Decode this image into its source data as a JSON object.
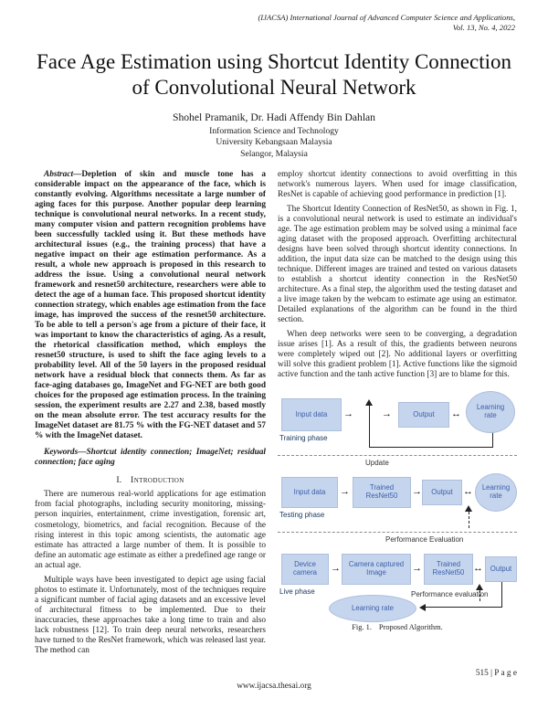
{
  "header": {
    "journal_line1": "(IJACSA) International Journal of Advanced Computer Science and Applications,",
    "journal_line2": "Vol. 13, No. 4, 2022"
  },
  "title": "Face Age Estimation using Shortcut Identity Connection of Convolutional Neural Network",
  "authors": "Shohel Pramanik, Dr. Hadi Affendy Bin Dahlan",
  "affiliation": {
    "line1": "Information Science and Technology",
    "line2": "University Kebangsaan Malaysia",
    "line3": "Selangor, Malaysia"
  },
  "left": {
    "abstract_label": "Abstract—",
    "abstract_text": "Depletion of skin and muscle tone has a considerable impact on the appearance of the face, which is constantly evolving. Algorithms necessitate a large number of aging faces for this purpose. Another popular deep learning technique is convolutional neural networks. In a recent study, many computer vision and pattern recognition problems have been successfully tackled using it. But these methods have architectural issues (e.g., the training process) that have a negative impact on their age estimation performance. As a result, a whole new approach is proposed in this research to address the issue. Using a convolutional neural network framework and resnet50 architecture, researchers were able to detect the age of a human face. This proposed shortcut identity connection strategy, which enables age estimation from the face image, has improved the success of the resnet50 architecture. To be able to tell a person's age from a picture of their face, it was important to know the characteristics of aging. As a result, the rhetorical classification method, which employs the resnet50 structure, is used to shift the face aging levels to a probability level. All of the 50 layers in the proposed residual network have a residual block that connects them. As far as face-aging databases go, ImageNet and FG-NET are both good choices for the proposed age estimation process. In the training session, the experiment results are 2.27 and 2.38, based mostly on the mean absolute error. The test accuracy results for the ImageNet dataset are 81.75 % with the FG-NET dataset and 57 % with the ImageNet dataset.",
    "keywords_label": "Keywords—",
    "keywords_text": "Shortcut identity connection; ImageNet; residual connection; face aging",
    "section_number": "I.",
    "section_title": "Introduction",
    "p1": "There are numerous real-world applications for age estimation from facial photographs, including security monitoring, missing-person inquiries, entertainment, crime investigation, forensic art, cosmetology, biometrics, and facial recognition. Because of the rising interest in this topic among scientists, the automatic age estimate has attracted a large number of them. It is possible to define an automatic age estimate as either a predefined age range or an actual age.",
    "p2": "Multiple ways have been investigated to depict age using facial photos to estimate it. Unfortunately, most of the techniques require a significant number of facial aging datasets and an excessive level of architectural fitness to be implemented. Due to their inaccuracies, these approaches take a long time to train and also lack robustness [12]. To train deep neural networks, researchers have turned to the ResNet framework, which was released last year. The method can"
  },
  "right": {
    "p1": "employ shortcut identity connections to avoid overfitting in this network's numerous layers. When used for image classification, ResNet is capable of achieving good performance in prediction [1].",
    "p2": "The Shortcut Identity Connection of ResNet50, as shown in Fig. 1, is a convolutional neural network is used to estimate an individual's age. The age estimation problem may be solved using a minimal face aging dataset with the proposed approach. Overfitting architectural designs have been solved through shortcut identity connections. In addition, the input data size can be matched to the design using this technique. Different images are trained and tested on various datasets to establish a shortcut identity connection in the ResNet50 architecture. As a final step, the algorithm used the testing dataset and a live image taken by the webcam to estimate age using an estimator. Detailed explanations of the algorithm can be found in the third section.",
    "p3": "When deep networks were seen to be converging, a degradation issue arises [1]. As a result of this, the gradients between neurons were completely wiped out [2]. No additional layers or overfitting will solve this gradient problem [1]. Active functions like the sigmoid active function and the tanh active function [3] are to blame for this."
  },
  "figure": {
    "r1_input": "Input data",
    "r1_output": "Output",
    "r1_lr": "Learning rate",
    "training_phase": "Training phase",
    "update": "Update",
    "r2_input": "Input data",
    "testing_phase": "Testing phase",
    "r2_model": "Trained ResNet50",
    "r2_output": "Output",
    "r2_lr": "Learning rate",
    "perf_eval_1": "Performance Evaluation",
    "r3_device": "Device camera",
    "live_phase": "Live phase",
    "r3_camera": "Camera captured Image",
    "r3_model": "Trained ResNet50",
    "r3_output": "Output",
    "perf_eval_2": "Performance evaluation",
    "r3_lr": "Learning rate",
    "caption_label": "Fig. 1.",
    "caption_text": "Proposed Algorithm.",
    "arrow_right": "→",
    "arrow_both": "↔"
  },
  "footer": {
    "url": "www.ijacsa.thesai.org",
    "page": "515 | P a g e"
  },
  "colors": {
    "node_fill": "#c6d5ee",
    "node_text": "#3a5fa8",
    "phase_text": "#17365d"
  }
}
